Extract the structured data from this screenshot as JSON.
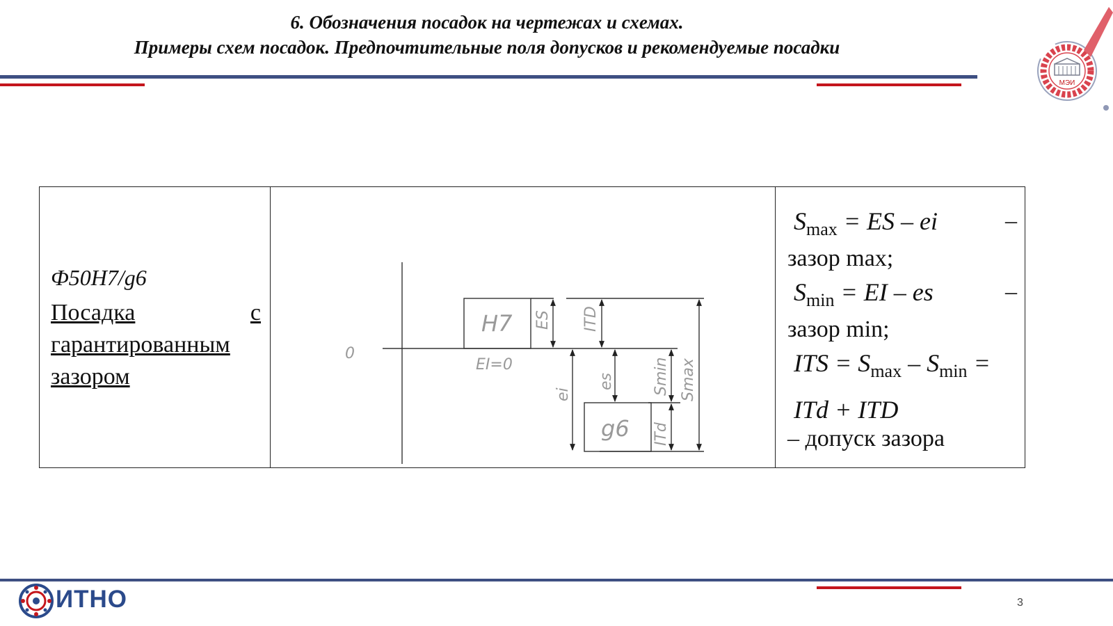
{
  "header": {
    "title_line1": "6. Обозначения посадок на чертежах и схемах.",
    "title_line2": "Примеры схем посадок. Предпочтительные поля допусков и рекомендуемые посадки",
    "logo_text": "МЭИ"
  },
  "colors": {
    "rule_blue": "#3e4f82",
    "rule_red": "#c4161c",
    "logo_red": "#d9434e",
    "brand_blue": "#2b4a8b"
  },
  "table": {
    "fit_code": "Ф50H7/g6",
    "fit_name_word1": "Посадка",
    "fit_name_word2": "с",
    "fit_name_line2": "гарантированным",
    "fit_name_line3": "зазором",
    "scheme": {
      "zero_label": "0",
      "ei_hole_label": "EI=0",
      "hole_field": "H7",
      "shaft_field": "g6",
      "es_upper_label": "ES",
      "itd_hole_label": "ITD",
      "ei_label": "ei",
      "es_label": "es",
      "smin_label": "Smin",
      "smax_label": "Smax",
      "itd_shaft_label": "ITd"
    },
    "formulas": {
      "f1_S": "S",
      "f1_sub": "max",
      "f1_rhs": " = ES – ei",
      "f1_dash": "–",
      "f1_desc": "зазор max;",
      "f2_S": "S",
      "f2_sub": "min",
      "f2_rhs": " = EI – es",
      "f2_dash": "–",
      "f2_desc": "зазор min;",
      "f3_a": "ITS = S",
      "f3_sub1": "max",
      "f3_b": " – S",
      "f3_sub2": "min",
      "f3_c": " =",
      "f3_line2": "ITd + ITD",
      "f3_desc": "– допуск зазора"
    }
  },
  "footer": {
    "brand": "ИТНО",
    "page_number": "3"
  }
}
